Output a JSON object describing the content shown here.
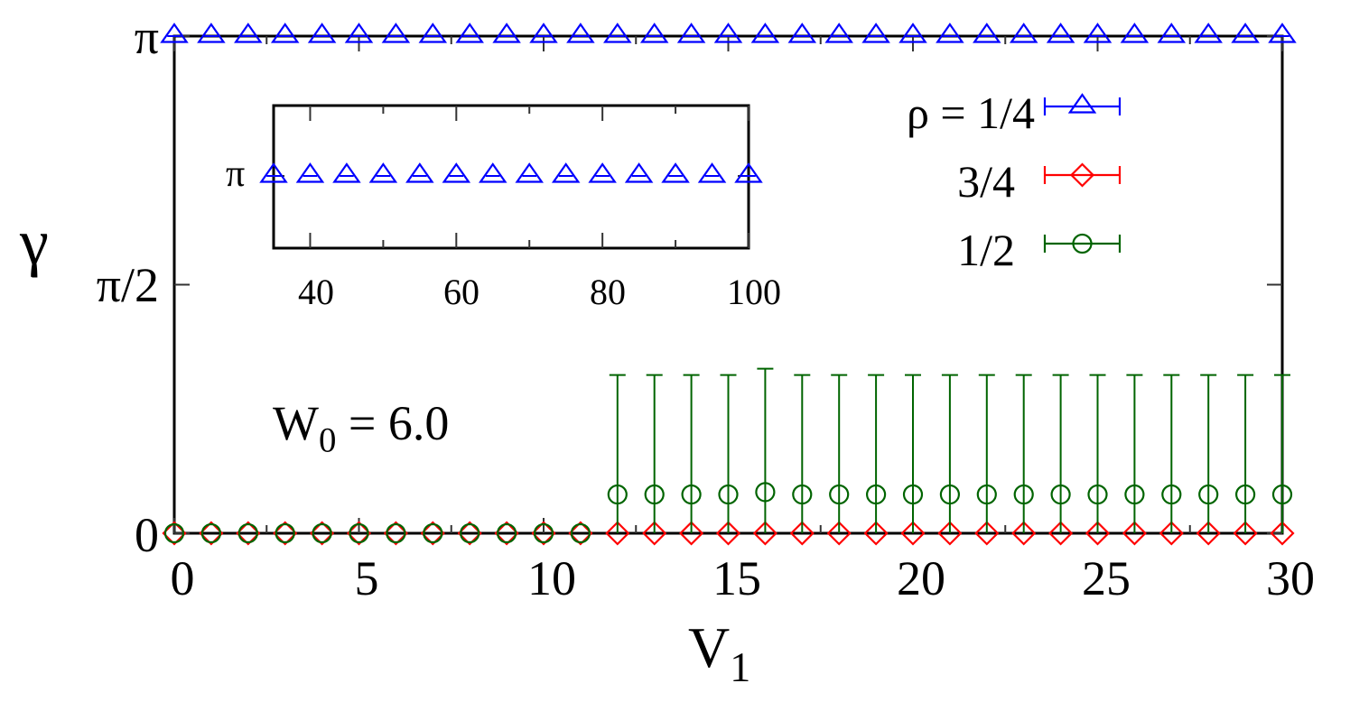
{
  "chart_data": {
    "type": "scatter",
    "title": "",
    "xlabel": "V1",
    "ylabel": "γ",
    "xlim": [
      0,
      30
    ],
    "ylim": [
      0,
      3.14159
    ],
    "x_ticks": [
      0,
      5,
      10,
      15,
      20,
      25,
      30
    ],
    "x_tick_labels": [
      "0",
      "5",
      "10",
      "15",
      "20",
      "25",
      "30"
    ],
    "y_ticks": [
      0,
      1.5708,
      3.14159
    ],
    "y_tick_labels": [
      "0",
      "π/2",
      "π"
    ],
    "grid": false,
    "legend_position": "upper right",
    "legend_title_prefix": "ρ = ",
    "annotation": "W0 = 6.0",
    "series": [
      {
        "name": "1/4",
        "legend_label": "ρ = 1/4",
        "marker": "triangle",
        "color": "#0000ff",
        "x": [
          0,
          1,
          2,
          3,
          4,
          5,
          6,
          7,
          8,
          9,
          10,
          11,
          12,
          13,
          14,
          15,
          16,
          17,
          18,
          19,
          20,
          21,
          22,
          23,
          24,
          25,
          26,
          27,
          28,
          29,
          30
        ],
        "y": [
          3.14159,
          3.14159,
          3.14159,
          3.14159,
          3.14159,
          3.14159,
          3.14159,
          3.14159,
          3.14159,
          3.14159,
          3.14159,
          3.14159,
          3.14159,
          3.14159,
          3.14159,
          3.14159,
          3.14159,
          3.14159,
          3.14159,
          3.14159,
          3.14159,
          3.14159,
          3.14159,
          3.14159,
          3.14159,
          3.14159,
          3.14159,
          3.14159,
          3.14159,
          3.14159,
          3.14159
        ],
        "yerr": 0
      },
      {
        "name": "3/4",
        "legend_label": "3/4",
        "marker": "diamond",
        "color": "#ff0000",
        "x": [
          0,
          1,
          2,
          3,
          4,
          5,
          6,
          7,
          8,
          9,
          10,
          11,
          12,
          13,
          14,
          15,
          16,
          17,
          18,
          19,
          20,
          21,
          22,
          23,
          24,
          25,
          26,
          27,
          28,
          29,
          30
        ],
        "y": [
          0,
          0,
          0,
          0,
          0,
          0,
          0,
          0,
          0,
          0,
          0,
          0,
          0,
          0,
          0,
          0,
          0,
          0,
          0,
          0,
          0,
          0,
          0,
          0,
          0,
          0,
          0,
          0,
          0,
          0,
          0
        ],
        "yerr": 0
      },
      {
        "name": "1/2",
        "legend_label": "1/2",
        "marker": "circle",
        "color": "#006400",
        "x": [
          0,
          1,
          2,
          3,
          4,
          5,
          6,
          7,
          8,
          9,
          10,
          11,
          12,
          13,
          14,
          15,
          16,
          17,
          18,
          19,
          20,
          21,
          22,
          23,
          24,
          25,
          26,
          27,
          28,
          29,
          30
        ],
        "y": [
          0,
          0,
          0,
          0,
          0,
          0,
          0,
          0,
          0,
          0,
          0,
          0,
          0.245,
          0.245,
          0.245,
          0.245,
          0.26,
          0.245,
          0.245,
          0.245,
          0.245,
          0.245,
          0.245,
          0.245,
          0.245,
          0.245,
          0.245,
          0.245,
          0.245,
          0.245,
          0.245
        ],
        "yerr_low": [
          0,
          0,
          0,
          0,
          0,
          0,
          0,
          0,
          0,
          0,
          0,
          0,
          0.245,
          0.245,
          0.245,
          0.245,
          0.26,
          0.245,
          0.245,
          0.245,
          0.245,
          0.245,
          0.245,
          0.245,
          0.245,
          0.245,
          0.245,
          0.245,
          0.245,
          0.245,
          0.245
        ],
        "yerr_high": [
          0,
          0,
          0,
          0,
          0,
          0,
          0,
          0,
          0,
          0,
          0,
          0,
          0.755,
          0.755,
          0.755,
          0.755,
          0.78,
          0.755,
          0.755,
          0.755,
          0.755,
          0.755,
          0.755,
          0.755,
          0.755,
          0.755,
          0.755,
          0.755,
          0.755,
          0.755,
          0.755
        ]
      }
    ],
    "inset": {
      "type": "scatter",
      "xlim": [
        35,
        100
      ],
      "x_ticks": [
        40,
        60,
        80,
        100
      ],
      "x_tick_labels": [
        "40",
        "60",
        "80",
        "100"
      ],
      "minor_x_ticks": [
        50,
        70,
        90
      ],
      "y_ticks": [
        3.14159
      ],
      "y_tick_labels": [
        "π"
      ],
      "series": [
        {
          "name": "1/4",
          "marker": "triangle",
          "color": "#0000ff",
          "x": [
            35,
            40,
            45,
            50,
            55,
            60,
            65,
            70,
            75,
            80,
            85,
            90,
            95,
            100
          ],
          "y": [
            3.14159,
            3.14159,
            3.14159,
            3.14159,
            3.14159,
            3.14159,
            3.14159,
            3.14159,
            3.14159,
            3.14159,
            3.14159,
            3.14159,
            3.14159,
            3.14159
          ]
        }
      ]
    }
  },
  "labels": {
    "ylabel": "γ",
    "xlabel_main": "V",
    "xlabel_sub": "1",
    "annotation_main": "W",
    "annotation_sub": "0",
    "annotation_rest": " = 6.0",
    "legend": [
      "ρ = 1/4",
      "3/4",
      "1/2"
    ],
    "yticks": [
      "π",
      "π/2",
      "0"
    ],
    "xticks": [
      "0",
      "5",
      "10",
      "15",
      "20",
      "25",
      "30"
    ],
    "inset_yticks": [
      "π"
    ],
    "inset_xticks": [
      "40",
      "60",
      "80",
      "100"
    ]
  }
}
